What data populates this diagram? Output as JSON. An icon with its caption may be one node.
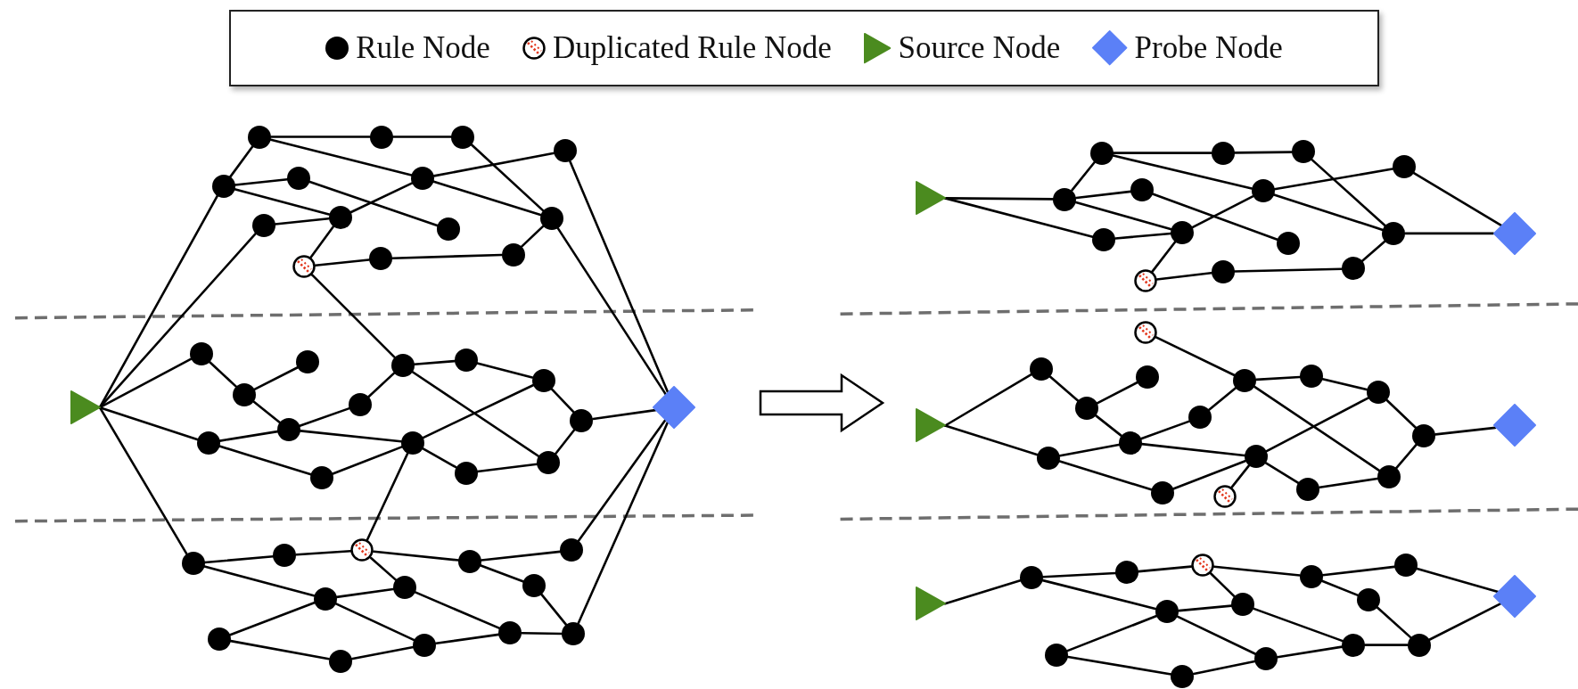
{
  "diagram": {
    "nodes": [
      {
        "text": [],
        "shape": "triangle"
      },
      {
        "text": [],
        "shape": "diamond"
      },
      {
        "text": [],
        "shape": "dot"
      },
      {
        "text": [],
        "shape": "dot"
      },
      {
        "text": [],
        "shape": "dot"
      },
      {
        "text": [],
        "shape": "dot"
      },
      {
        "text": [],
        "shape": "dot"
      },
      {
        "text": [],
        "shape": "dot"
      },
      {
        "text": [],
        "shape": "dot"
      },
      {
        "text": [],
        "shape": "dot"
      },
      {
        "text": [],
        "shape": "dot"
      },
      {
        "text": [],
        "shape": "dot"
      },
      {
        "text": [],
        "shape": "dot"
      },
      {
        "text": [],
        "shape": "circle"
      },
      {
        "text": [],
        "shape": "dot"
      },
      {
        "text": [],
        "shape": "dot"
      },
      {
        "text": [],
        "shape": "dot"
      },
      {
        "text": [],
        "shape": "dot"
      },
      {
        "text": [],
        "shape": "dot"
      },
      {
        "text": [],
        "shape": "dot"
      },
      {
        "text": [],
        "shape": "dot"
      },
      {
        "text": [],
        "shape": "dot"
      },
      {
        "text": [],
        "shape": "dot"
      },
      {
        "text": [],
        "shape": "dot"
      },
      {
        "text": [],
        "shape": "dot"
      },
      {
        "text": [],
        "shape": "dot"
      },
      {
        "text": [],
        "shape": "dot"
      },
      {
        "text": [],
        "shape": "dot"
      },
      {
        "text": [],
        "shape": "dot"
      },
      {
        "text": [],
        "shape": "dot"
      },
      {
        "text": [],
        "shape": "dot"
      },
      {
        "text": [],
        "shape": "dot"
      },
      {
        "text": [],
        "shape": "circle"
      },
      {
        "text": [],
        "shape": "dot"
      },
      {
        "text": [],
        "shape": "dot"
      },
      {
        "text": [],
        "shape": "dot"
      },
      {
        "text": [],
        "shape": "dot"
      },
      {
        "text": [],
        "shape": "dot"
      },
      {
        "text": [],
        "shape": "dot"
      },
      {
        "text": [],
        "shape": "dot"
      },
      {
        "text": [],
        "shape": "dot"
      },
      {
        "text": [],
        "shape": "dot"
      },
      {
        "text": [],
        "shape": "dot"
      },
      {
        "text": [],
        "shape": "triangle"
      },
      {
        "text": [],
        "shape": "diamond"
      },
      {
        "text": [],
        "shape": "dot"
      },
      {
        "text": [],
        "shape": "dot"
      },
      {
        "text": [],
        "shape": "dot"
      },
      {
        "text": [],
        "shape": "dot"
      },
      {
        "text": [],
        "shape": "dot"
      },
      {
        "text": [],
        "shape": "dot"
      },
      {
        "text": [],
        "shape": "dot"
      },
      {
        "text": [],
        "shape": "dot"
      },
      {
        "text": [],
        "shape": "dot"
      },
      {
        "text": [],
        "shape": "dot"
      },
      {
        "text": [],
        "shape": "dot"
      },
      {
        "text": [],
        "shape": "circle"
      },
      {
        "text": [],
        "shape": "dot"
      },
      {
        "text": [],
        "shape": "dot"
      },
      {
        "text": [],
        "shape": "triangle"
      },
      {
        "text": [],
        "shape": "diamond"
      },
      {
        "text": [],
        "shape": "circle"
      },
      {
        "text": [],
        "shape": "dot"
      },
      {
        "text": [],
        "shape": "dot"
      },
      {
        "text": [],
        "shape": "dot"
      },
      {
        "text": [],
        "shape": "dot"
      },
      {
        "text": [],
        "shape": "dot"
      },
      {
        "text": [],
        "shape": "dot"
      },
      {
        "text": [],
        "shape": "dot"
      },
      {
        "text": [],
        "shape": "dot"
      },
      {
        "text": [],
        "shape": "dot"
      },
      {
        "text": [],
        "shape": "dot"
      },
      {
        "text": [],
        "shape": "dot"
      },
      {
        "text": [],
        "shape": "dot"
      },
      {
        "text": [],
        "shape": "dot"
      },
      {
        "text": [],
        "shape": "dot"
      },
      {
        "text": [],
        "shape": "circle"
      },
      {
        "text": [],
        "shape": "triangle"
      },
      {
        "text": [],
        "shape": "diamond"
      },
      {
        "text": [],
        "shape": "dot"
      },
      {
        "text": [],
        "shape": "dot"
      },
      {
        "text": [],
        "shape": "circle"
      },
      {
        "text": [],
        "shape": "dot"
      },
      {
        "text": [],
        "shape": "dot"
      },
      {
        "text": [],
        "shape": "dot"
      },
      {
        "text": [],
        "shape": "dot"
      },
      {
        "text": [],
        "shape": "dot"
      },
      {
        "text": [],
        "shape": "dot"
      },
      {
        "text": [],
        "shape": "dot"
      },
      {
        "text": [],
        "shape": "dot"
      },
      {
        "text": [],
        "shape": "dot"
      },
      {
        "text": [],
        "shape": "dot"
      }
    ],
    "edges": [
      {
        "from": 6,
        "to": 2,
        "arrow": "none"
      },
      {
        "from": 2,
        "to": 3,
        "arrow": "none"
      },
      {
        "from": 3,
        "to": 4,
        "arrow": "none"
      },
      {
        "from": 2,
        "to": 8,
        "arrow": "none"
      },
      {
        "from": 8,
        "to": 12,
        "arrow": "none"
      },
      {
        "from": 4,
        "to": 12,
        "arrow": "none"
      },
      {
        "from": 5,
        "to": 8,
        "arrow": "none"
      },
      {
        "from": 8,
        "to": 9,
        "arrow": "none"
      },
      {
        "from": 6,
        "to": 7,
        "arrow": "none"
      },
      {
        "from": 6,
        "to": 9,
        "arrow": "none"
      },
      {
        "from": 7,
        "to": 11,
        "arrow": "none"
      },
      {
        "from": 10,
        "to": 9,
        "arrow": "none"
      },
      {
        "from": 9,
        "to": 13,
        "arrow": "none"
      },
      {
        "from": 13,
        "to": 14,
        "arrow": "none"
      },
      {
        "from": 14,
        "to": 15,
        "arrow": "none"
      },
      {
        "from": 15,
        "to": 12,
        "arrow": "none"
      },
      {
        "from": 5,
        "to": 1,
        "arrow": "none"
      },
      {
        "from": 12,
        "to": 1,
        "arrow": "none"
      },
      {
        "from": 0,
        "to": 6,
        "arrow": "none"
      },
      {
        "from": 0,
        "to": 10,
        "arrow": "none"
      },
      {
        "from": 13,
        "to": 21,
        "arrow": "none"
      },
      {
        "from": 0,
        "to": 16,
        "arrow": "none"
      },
      {
        "from": 16,
        "to": 18,
        "arrow": "none"
      },
      {
        "from": 18,
        "to": 17,
        "arrow": "none"
      },
      {
        "from": 18,
        "to": 19,
        "arrow": "none"
      },
      {
        "from": 19,
        "to": 20,
        "arrow": "none"
      },
      {
        "from": 20,
        "to": 21,
        "arrow": "none"
      },
      {
        "from": 21,
        "to": 22,
        "arrow": "none"
      },
      {
        "from": 22,
        "to": 23,
        "arrow": "none"
      },
      {
        "from": 23,
        "to": 24,
        "arrow": "none"
      },
      {
        "from": 24,
        "to": 1,
        "arrow": "none"
      },
      {
        "from": 21,
        "to": 29,
        "arrow": "none"
      },
      {
        "from": 29,
        "to": 24,
        "arrow": "none"
      },
      {
        "from": 0,
        "to": 25,
        "arrow": "none"
      },
      {
        "from": 25,
        "to": 19,
        "arrow": "none"
      },
      {
        "from": 19,
        "to": 26,
        "arrow": "none"
      },
      {
        "from": 25,
        "to": 27,
        "arrow": "none"
      },
      {
        "from": 27,
        "to": 26,
        "arrow": "none"
      },
      {
        "from": 26,
        "to": 23,
        "arrow": "none"
      },
      {
        "from": 26,
        "to": 28,
        "arrow": "none"
      },
      {
        "from": 28,
        "to": 29,
        "arrow": "none"
      },
      {
        "from": 26,
        "to": 32,
        "arrow": "none"
      },
      {
        "from": 0,
        "to": 30,
        "arrow": "none"
      },
      {
        "from": 30,
        "to": 31,
        "arrow": "none"
      },
      {
        "from": 31,
        "to": 32,
        "arrow": "none"
      },
      {
        "from": 32,
        "to": 33,
        "arrow": "none"
      },
      {
        "from": 33,
        "to": 34,
        "arrow": "none"
      },
      {
        "from": 34,
        "to": 1,
        "arrow": "none"
      },
      {
        "from": 30,
        "to": 35,
        "arrow": "none"
      },
      {
        "from": 35,
        "to": 36,
        "arrow": "none"
      },
      {
        "from": 32,
        "to": 36,
        "arrow": "none"
      },
      {
        "from": 36,
        "to": 41,
        "arrow": "none"
      },
      {
        "from": 35,
        "to": 38,
        "arrow": "none"
      },
      {
        "from": 35,
        "to": 40,
        "arrow": "none"
      },
      {
        "from": 38,
        "to": 39,
        "arrow": "none"
      },
      {
        "from": 39,
        "to": 40,
        "arrow": "none"
      },
      {
        "from": 40,
        "to": 41,
        "arrow": "none"
      },
      {
        "from": 41,
        "to": 42,
        "arrow": "none"
      },
      {
        "from": 33,
        "to": 37,
        "arrow": "none"
      },
      {
        "from": 37,
        "to": 42,
        "arrow": "none"
      },
      {
        "from": 42,
        "to": 1,
        "arrow": "none"
      },
      {
        "from": 43,
        "to": 49,
        "arrow": "none"
      },
      {
        "from": 43,
        "to": 53,
        "arrow": "none"
      },
      {
        "from": 49,
        "to": 45,
        "arrow": "none"
      },
      {
        "from": 45,
        "to": 46,
        "arrow": "none"
      },
      {
        "from": 46,
        "to": 47,
        "arrow": "none"
      },
      {
        "from": 45,
        "to": 51,
        "arrow": "none"
      },
      {
        "from": 51,
        "to": 55,
        "arrow": "none"
      },
      {
        "from": 47,
        "to": 55,
        "arrow": "none"
      },
      {
        "from": 48,
        "to": 51,
        "arrow": "none"
      },
      {
        "from": 51,
        "to": 52,
        "arrow": "none"
      },
      {
        "from": 49,
        "to": 50,
        "arrow": "none"
      },
      {
        "from": 49,
        "to": 52,
        "arrow": "none"
      },
      {
        "from": 50,
        "to": 54,
        "arrow": "none"
      },
      {
        "from": 53,
        "to": 52,
        "arrow": "none"
      },
      {
        "from": 52,
        "to": 56,
        "arrow": "none"
      },
      {
        "from": 56,
        "to": 57,
        "arrow": "none"
      },
      {
        "from": 57,
        "to": 58,
        "arrow": "none"
      },
      {
        "from": 58,
        "to": 55,
        "arrow": "none"
      },
      {
        "from": 55,
        "to": 44,
        "arrow": "none"
      },
      {
        "from": 48,
        "to": 44,
        "arrow": "none"
      },
      {
        "from": 61,
        "to": 67,
        "arrow": "none"
      },
      {
        "from": 59,
        "to": 62,
        "arrow": "none"
      },
      {
        "from": 62,
        "to": 64,
        "arrow": "none"
      },
      {
        "from": 64,
        "to": 63,
        "arrow": "none"
      },
      {
        "from": 64,
        "to": 65,
        "arrow": "none"
      },
      {
        "from": 65,
        "to": 66,
        "arrow": "none"
      },
      {
        "from": 66,
        "to": 67,
        "arrow": "none"
      },
      {
        "from": 67,
        "to": 68,
        "arrow": "none"
      },
      {
        "from": 68,
        "to": 69,
        "arrow": "none"
      },
      {
        "from": 69,
        "to": 70,
        "arrow": "none"
      },
      {
        "from": 70,
        "to": 60,
        "arrow": "none"
      },
      {
        "from": 67,
        "to": 75,
        "arrow": "none"
      },
      {
        "from": 75,
        "to": 70,
        "arrow": "none"
      },
      {
        "from": 59,
        "to": 71,
        "arrow": "none"
      },
      {
        "from": 71,
        "to": 65,
        "arrow": "none"
      },
      {
        "from": 65,
        "to": 72,
        "arrow": "none"
      },
      {
        "from": 71,
        "to": 73,
        "arrow": "none"
      },
      {
        "from": 73,
        "to": 72,
        "arrow": "none"
      },
      {
        "from": 72,
        "to": 69,
        "arrow": "none"
      },
      {
        "from": 72,
        "to": 74,
        "arrow": "none"
      },
      {
        "from": 74,
        "to": 75,
        "arrow": "none"
      },
      {
        "from": 72,
        "to": 76,
        "arrow": "none"
      },
      {
        "from": 77,
        "to": 79,
        "arrow": "none"
      },
      {
        "from": 79,
        "to": 80,
        "arrow": "none"
      },
      {
        "from": 80,
        "to": 81,
        "arrow": "none"
      },
      {
        "from": 81,
        "to": 82,
        "arrow": "none"
      },
      {
        "from": 82,
        "to": 83,
        "arrow": "none"
      },
      {
        "from": 83,
        "to": 78,
        "arrow": "none"
      },
      {
        "from": 79,
        "to": 84,
        "arrow": "none"
      },
      {
        "from": 84,
        "to": 85,
        "arrow": "none"
      },
      {
        "from": 81,
        "to": 85,
        "arrow": "none"
      },
      {
        "from": 85,
        "to": 90,
        "arrow": "none"
      },
      {
        "from": 84,
        "to": 87,
        "arrow": "none"
      },
      {
        "from": 84,
        "to": 89,
        "arrow": "none"
      },
      {
        "from": 87,
        "to": 88,
        "arrow": "none"
      },
      {
        "from": 88,
        "to": 89,
        "arrow": "none"
      },
      {
        "from": 89,
        "to": 90,
        "arrow": "none"
      },
      {
        "from": 90,
        "to": 91,
        "arrow": "none"
      },
      {
        "from": 82,
        "to": 86,
        "arrow": "none"
      },
      {
        "from": 86,
        "to": 91,
        "arrow": "none"
      },
      {
        "from": 91,
        "to": 78,
        "arrow": "none"
      }
    ],
    "legend": [
      {
        "text": "Rule Node"
      },
      {
        "text": "Duplicated Rule Node"
      },
      {
        "text": "Source Node"
      },
      {
        "text": "Probe Node"
      }
    ]
  }
}
